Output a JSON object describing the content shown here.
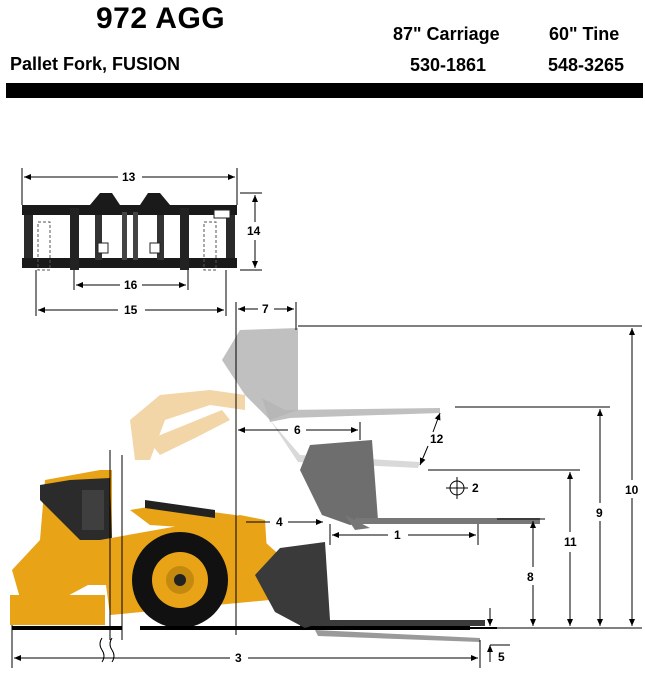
{
  "header": {
    "model": "972 AGG",
    "description": "Pallet Fork, FUSION",
    "columns": [
      {
        "heading": "87\" Carriage",
        "part_number": "530-1861"
      },
      {
        "heading": "60\" Tine",
        "part_number": "548-3265"
      }
    ]
  },
  "dimension_labels": {
    "d1": "1",
    "d2": "2",
    "d3": "3",
    "d4": "4",
    "d5": "5",
    "d6": "6",
    "d7": "7",
    "d8": "8",
    "d9": "9",
    "d10": "10",
    "d11": "11",
    "d12": "12",
    "d13": "13",
    "d14": "14",
    "d15": "15",
    "d16": "16"
  },
  "colors": {
    "machine_yellow": "#e8a317",
    "boom_faded": "#f2d6a8",
    "fork_dark": "#3a3a3a",
    "fork_mid": "#777777",
    "fork_light": "#b5b5b5",
    "dimension_line": "#000000"
  }
}
